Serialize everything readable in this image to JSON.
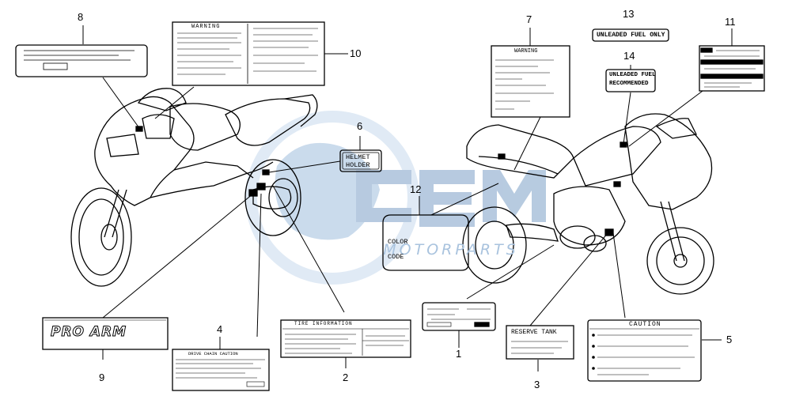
{
  "callouts": [
    "1",
    "2",
    "3",
    "4",
    "5",
    "6",
    "7",
    "8",
    "9",
    "10",
    "11",
    "12",
    "13",
    "14"
  ],
  "labels": {
    "warning_a": "WARNING",
    "warning_b": "WARNING",
    "unleaded_only": "UNLEADED FUEL ONLY",
    "unleaded_rec_1": "UNLEADED FUEL",
    "unleaded_rec_2": "RECOMMENDED",
    "helmet_1": "HELMET",
    "helmet_2": "HOLDER",
    "color_1": "COLOR",
    "color_2": "CODE",
    "pro_arm": "PRO ARM",
    "tire_info": "TIRE INFORMATION",
    "drive_chain": "DRIVE CHAIN CAUTION",
    "reserve_tank": "RESERVE TANK",
    "caution": "CAUTION"
  },
  "watermark": {
    "text": "MOTORPARTS",
    "logo": "OEM"
  },
  "colors": {
    "ink": "#000000",
    "watermark": "#aec8e4",
    "watermark_light": "#d3e2f1"
  }
}
